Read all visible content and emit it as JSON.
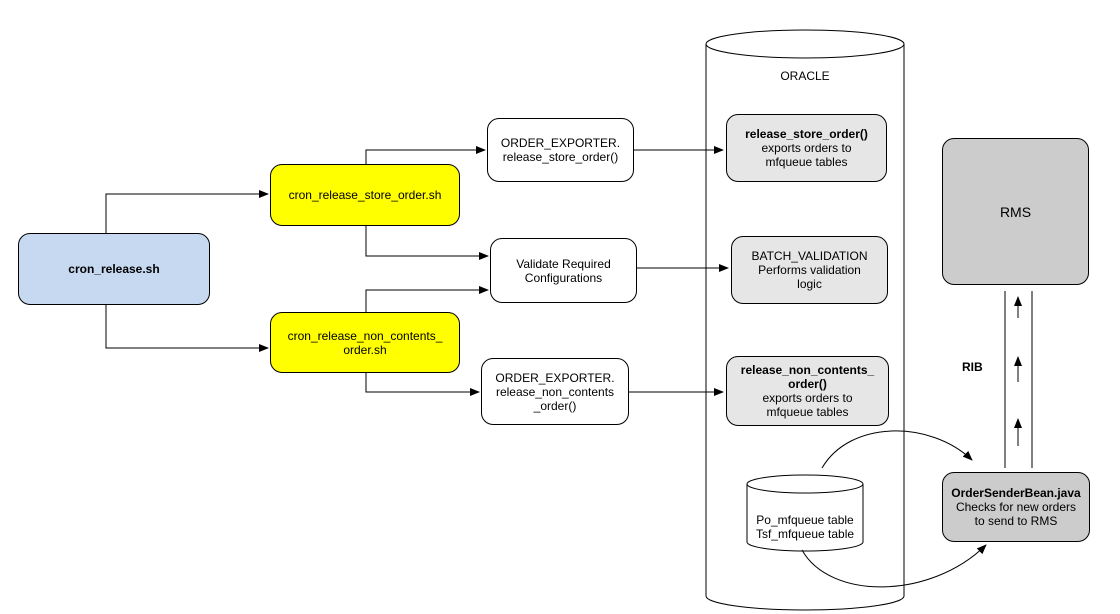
{
  "nodes": {
    "cron_release": "cron_release.sh",
    "cron_store": "cron_release_store_order.sh",
    "cron_non_contents": "cron_release_non_contents_ order.sh",
    "exporter_store_1": "ORDER_EXPORTER.",
    "exporter_store_2": "release_store_order()",
    "validate_1": "Validate Required",
    "validate_2": "Configurations",
    "exporter_nc_1": "ORDER_EXPORTER.",
    "exporter_nc_2": "release_non_contents",
    "exporter_nc_3": "_order()",
    "db_label": "ORACLE",
    "proc_store_title": "release_store_order()",
    "proc_store_desc1": "exports orders  to",
    "proc_store_desc2": "mfqueue tables",
    "proc_valid_title": "BATCH_VALIDATION",
    "proc_valid_desc1": "Performs validation",
    "proc_valid_desc2": "logic",
    "proc_nc_title1": "release_non_contents_",
    "proc_nc_title2": "order()",
    "proc_nc_desc1": "exports orders to",
    "proc_nc_desc2": "mfqueue tables",
    "mfqueue_1": "Po_mfqueue table",
    "mfqueue_2": "Tsf_mfqueue table",
    "rms": "RMS",
    "sender_title": "OrderSenderBean.java",
    "sender_desc1": "Checks for new orders",
    "sender_desc2": "to send to RMS",
    "rib": "RIB"
  }
}
